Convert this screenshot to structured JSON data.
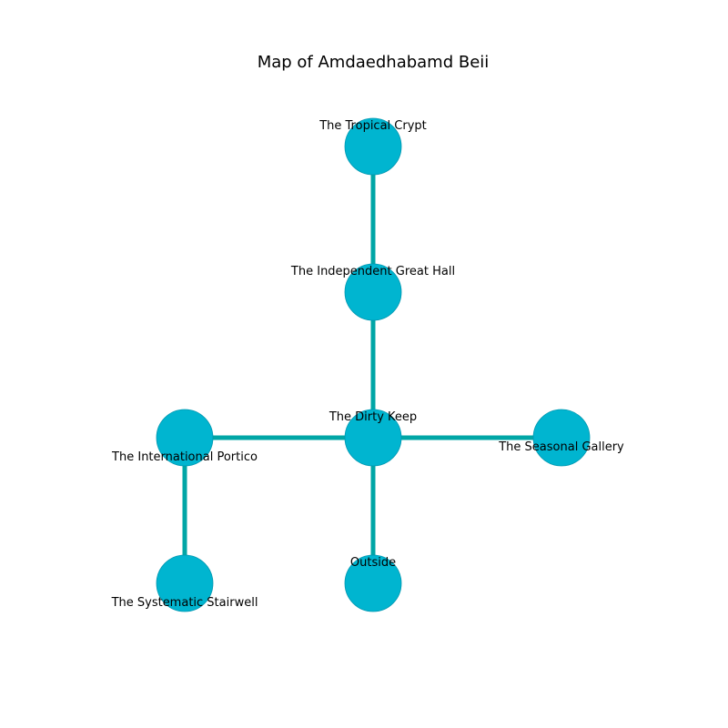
{
  "title": "Map of Amdaedhabamd Beii",
  "colors": {
    "node_fill": "#00b5d0",
    "node_stroke": "#0097b0",
    "edge": "#00a6a6",
    "text": "#000000"
  },
  "rooms": [
    {
      "id": "tropical-crypt",
      "label": "The Tropical Crypt"
    },
    {
      "id": "independent-great-hall",
      "label": "The Independent Great Hall"
    },
    {
      "id": "dirty-keep",
      "label": "The Dirty Keep"
    },
    {
      "id": "international-portico",
      "label": "The International Portico"
    },
    {
      "id": "seasonal-gallery",
      "label": "The Seasonal Gallery"
    },
    {
      "id": "systematic-stairwell",
      "label": "The Systematic Stairwell"
    },
    {
      "id": "outside",
      "label": "Outside"
    }
  ],
  "connections": [
    [
      "tropical-crypt",
      "independent-great-hall"
    ],
    [
      "independent-great-hall",
      "dirty-keep"
    ],
    [
      "dirty-keep",
      "international-portico"
    ],
    [
      "dirty-keep",
      "seasonal-gallery"
    ],
    [
      "dirty-keep",
      "outside"
    ],
    [
      "international-portico",
      "systematic-stairwell"
    ]
  ]
}
